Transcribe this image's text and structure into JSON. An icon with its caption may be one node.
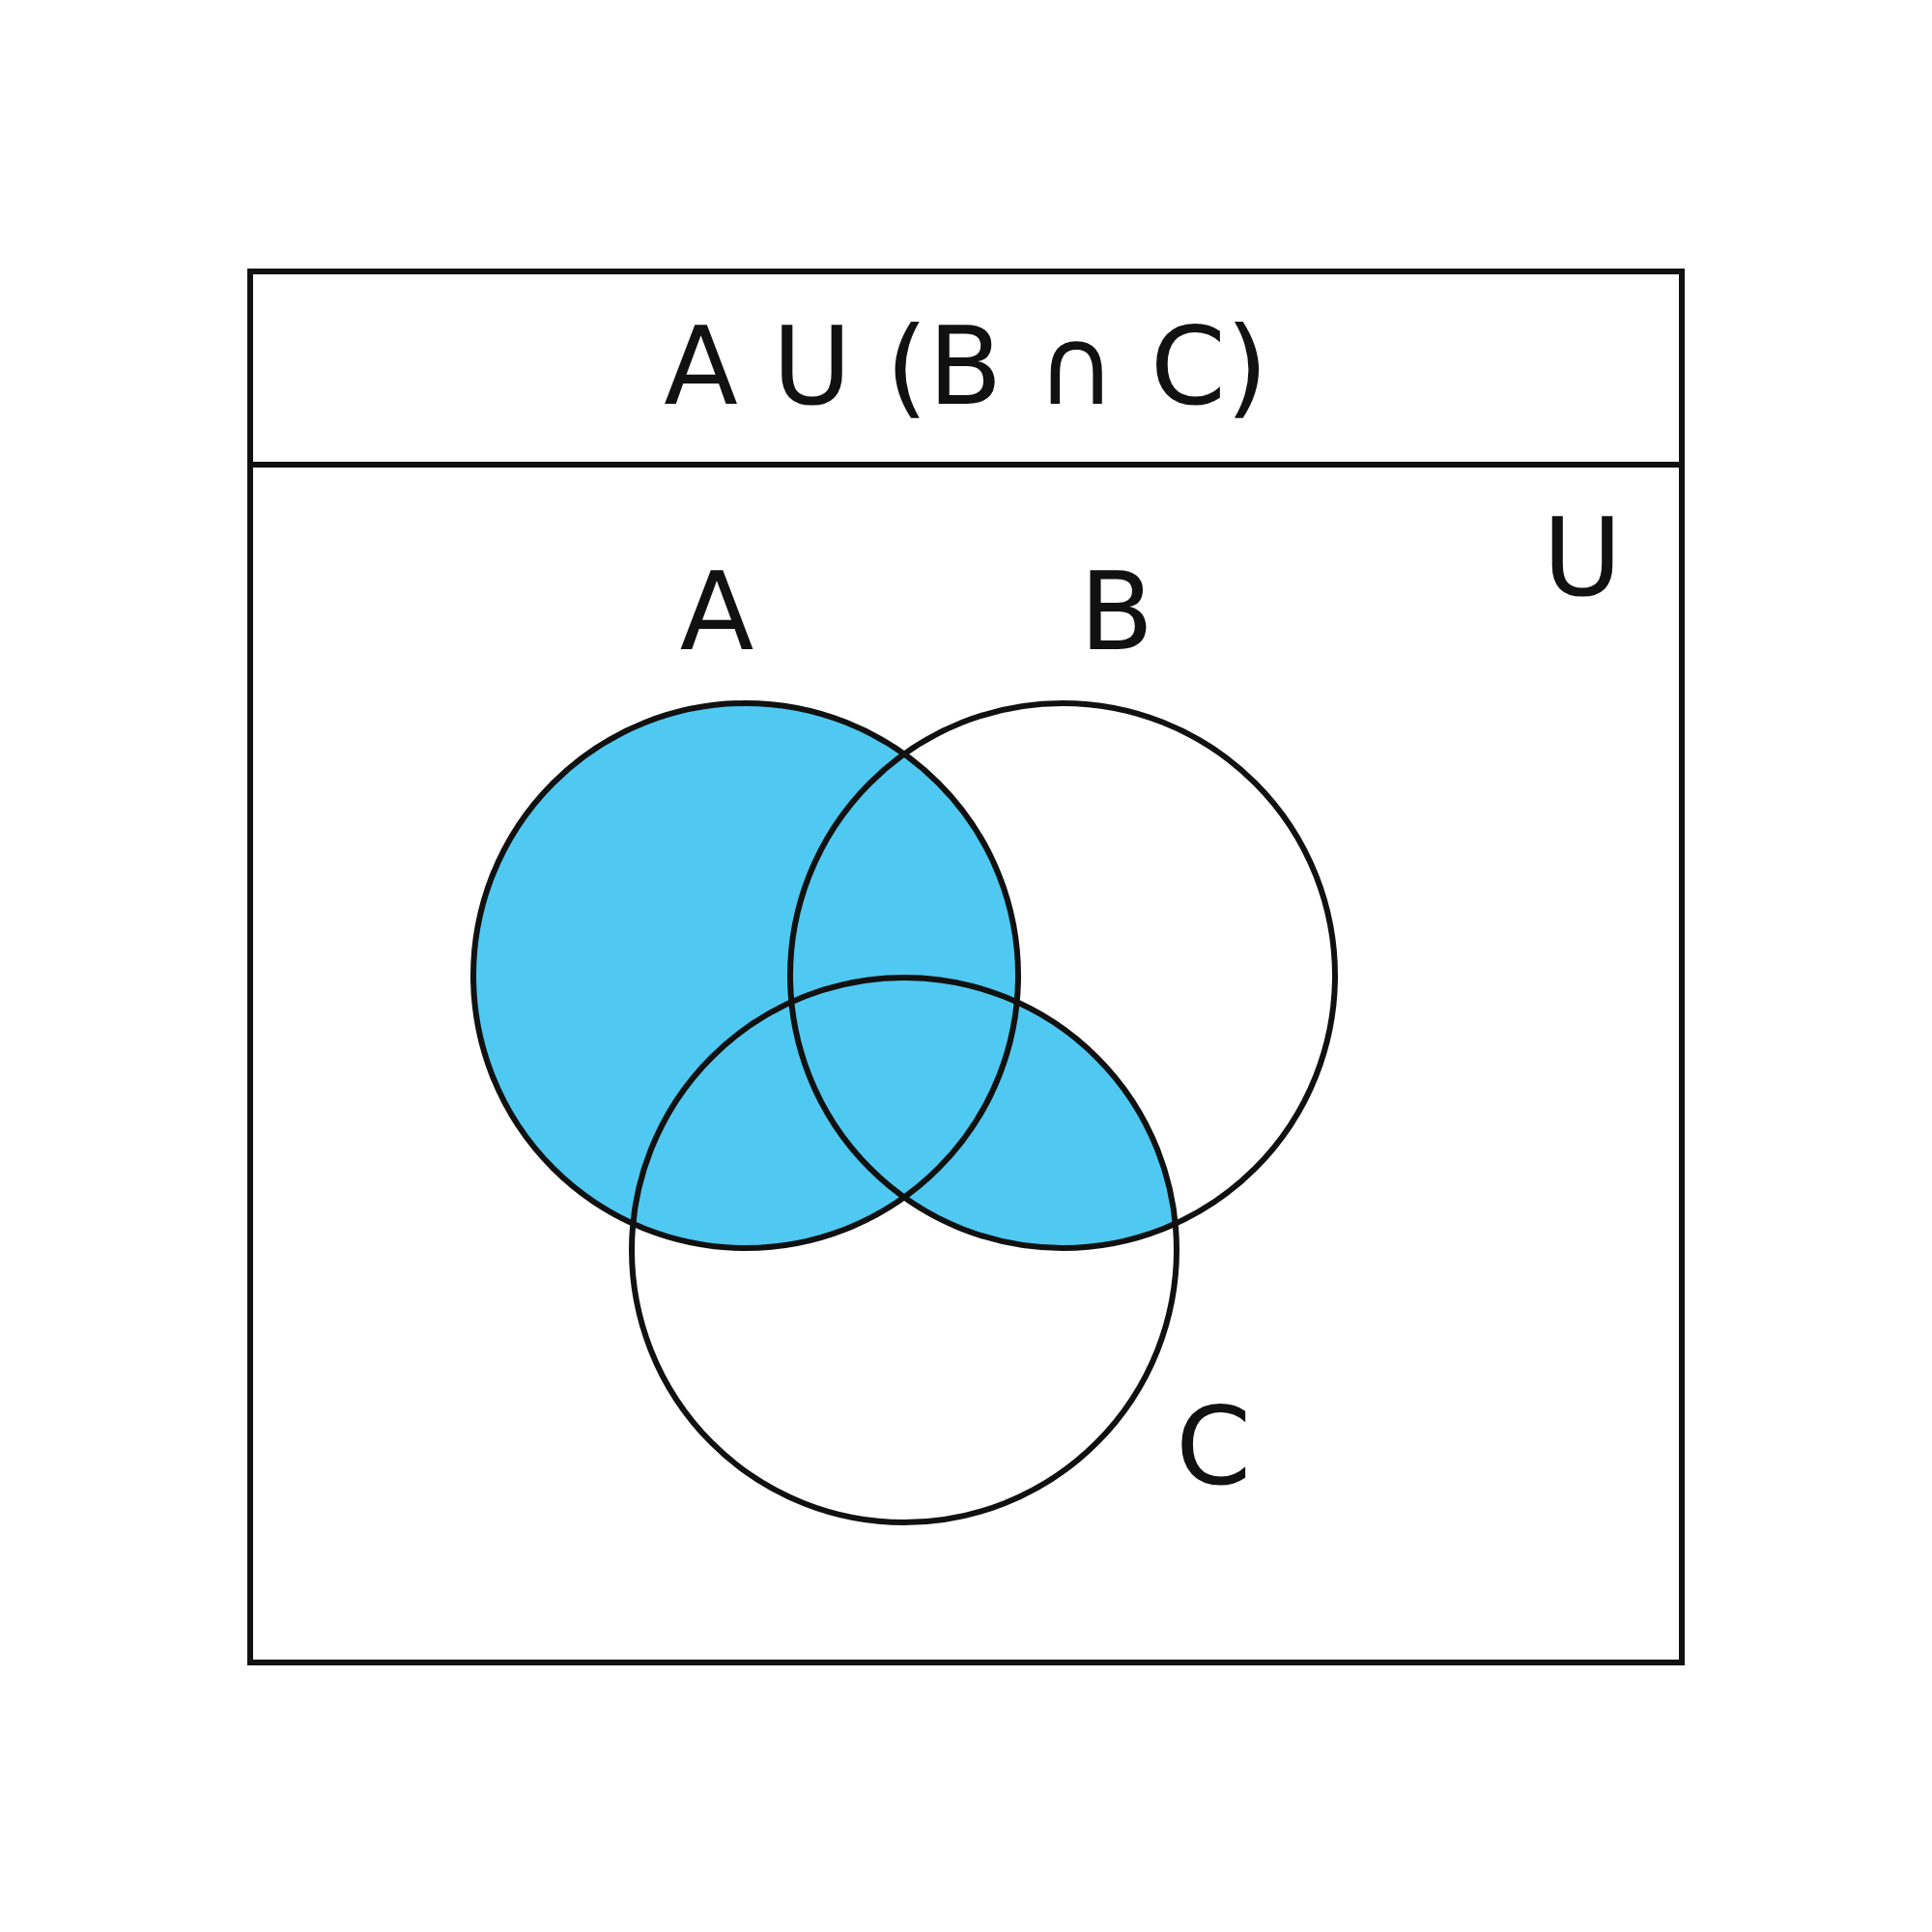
{
  "diagram": {
    "nodes": [
      {
        "text": [
          "A U (B ∩ C)"
        ]
      },
      {
        "text": [
          "U"
        ]
      },
      {
        "text": [
          "A"
        ],
        "in": 1
      },
      {
        "text": [
          "B"
        ],
        "in": 1
      },
      {
        "text": [
          "C"
        ],
        "in": 1
      }
    ]
  }
}
